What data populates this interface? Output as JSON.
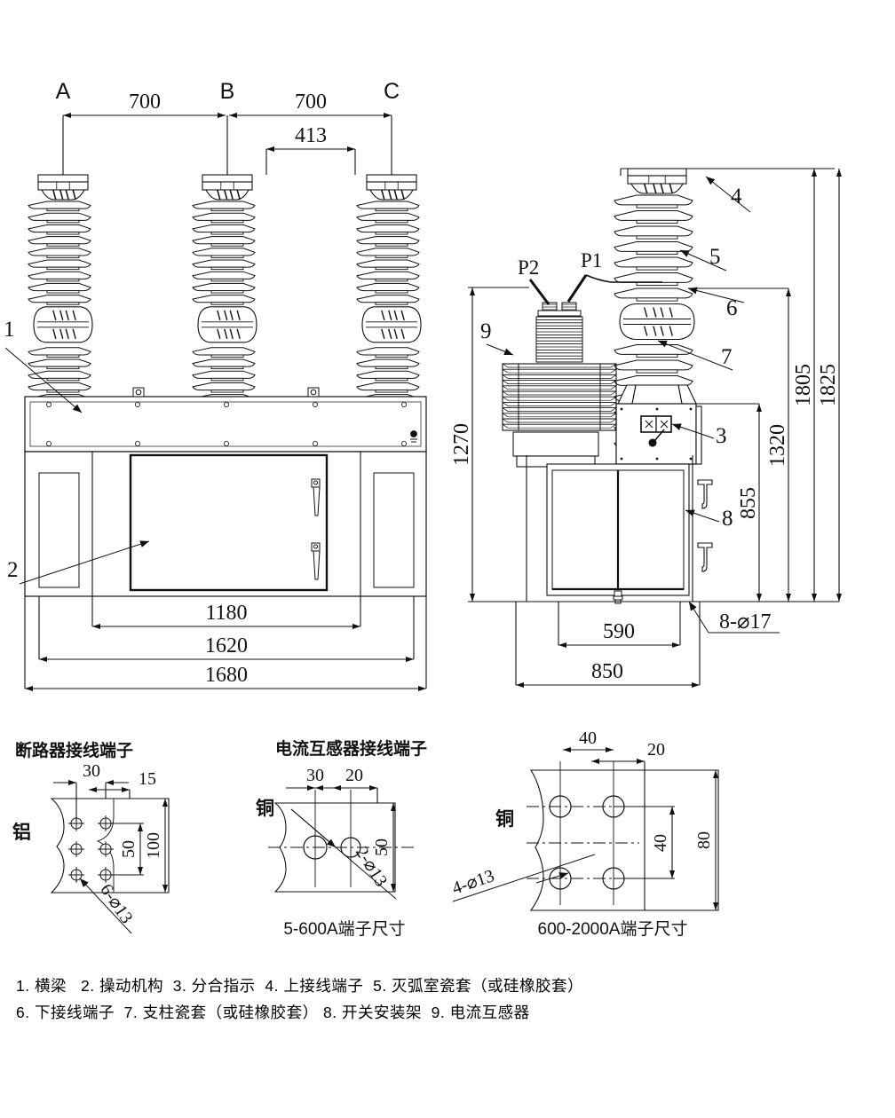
{
  "drawing": {
    "title": "outdoor-vacuum-circuit-breaker-assembly-drawing",
    "front_view": {
      "phase_labels": [
        "A",
        "B",
        "C"
      ],
      "dimensions": {
        "phase_spacing_ab": "700",
        "phase_spacing_bc": "700",
        "inner_spacing": "413",
        "cabinet_width": "1180",
        "mounting_width": "1620",
        "overall_width": "1680"
      },
      "callouts": [
        "1",
        "2"
      ]
    },
    "side_view": {
      "ct_terminals": [
        "P2",
        "P1"
      ],
      "dimensions": {
        "ct_height": "1270",
        "lower_terminal_height": "1805",
        "overall_height": "1825",
        "mid_height": "1320",
        "frame_height": "855",
        "base_width": "590",
        "overall_depth": "850",
        "mounting_holes": "8-⌀17"
      },
      "callouts": [
        "3",
        "4",
        "5",
        "6",
        "7",
        "8",
        "9"
      ]
    },
    "details": [
      {
        "title": "断路器接线端子",
        "material": "铝",
        "dims": {
          "h_a": "30",
          "h_b": "15",
          "v_a": "50",
          "v_b": "100"
        },
        "holes": "6-⌀13",
        "caption": ""
      },
      {
        "title": "电流互感器接线端子",
        "material": "铜",
        "dims": {
          "h_a": "30",
          "h_b": "20",
          "v_a": "50"
        },
        "holes": "2-⌀13",
        "caption": "5-600A端子尺寸"
      },
      {
        "title": "",
        "material": "铜",
        "dims": {
          "h_a": "40",
          "h_b": "20",
          "v_a": "40",
          "v_b": "80"
        },
        "holes": "4-⌀13",
        "caption": "600-2000A端子尺寸"
      }
    ],
    "legend": {
      "line1": "1. 横梁   2. 操动机构  3. 分合指示  4. 上接线端子  5. 灭弧室瓷套（或硅橡胶套）",
      "line2": "6. 下接线端子  7. 支柱瓷套（或硅橡胶套） 8. 开关安装架  9. 电流互感器"
    },
    "colors": {
      "line": "#1a1a1a",
      "fill": "#ffffff",
      "shade": "#f2f2f2"
    }
  }
}
